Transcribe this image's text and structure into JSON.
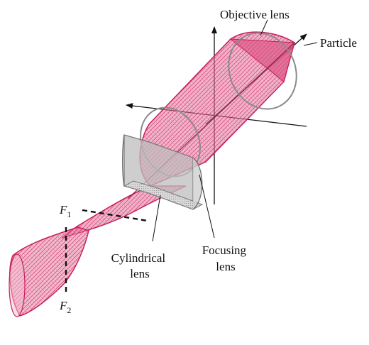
{
  "labels": {
    "objective_lens": "Objective lens",
    "particle": "Particle",
    "cylindrical_lens_line1": "Cylindrical",
    "cylindrical_lens_line2": "lens",
    "focusing_lens_line1": "Focusing",
    "focusing_lens_line2": "lens",
    "f1_symbol": "F",
    "f1_sub": "1",
    "f2_symbol": "F",
    "f2_sub": "2"
  },
  "colors": {
    "beam": "#d22a67",
    "beam_fill": "#e05c8a",
    "lens_outline": "#8a8a8a",
    "cyl_lens_fill": "#bdbdbd",
    "axes": "#111111"
  }
}
